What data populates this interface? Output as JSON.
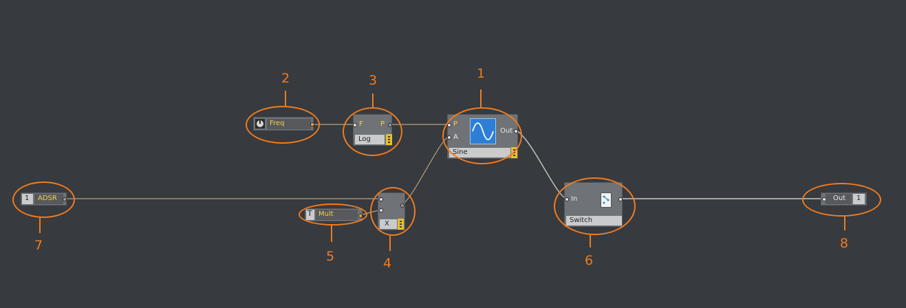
{
  "modules": {
    "freq": {
      "label": "Freq"
    },
    "log": {
      "port_f": "F",
      "port_p": "P",
      "name": "Log"
    },
    "sine": {
      "port_p": "P",
      "port_a": "A",
      "port_out": "Out",
      "name": "Sine"
    },
    "mult_const": {
      "label": "Mult"
    },
    "multiply": {
      "name": "X"
    },
    "adsr": {
      "index": "1",
      "label": "ADSR"
    },
    "switch": {
      "port_in": "In",
      "name": "Switch"
    },
    "out": {
      "label": "Out",
      "index": "1"
    }
  },
  "callouts": [
    "1",
    "2",
    "3",
    "4",
    "5",
    "6",
    "7",
    "8"
  ],
  "colors": {
    "background": "#373a3e",
    "callout": "#f07c1e",
    "audio_wire": "#c8c8c8",
    "event_wire": "#b8a27a",
    "sine_display": "#2d7fd6"
  },
  "icons": [
    "knob-icon",
    "sine-wave-icon",
    "switch-icon",
    "text-t-icon",
    "handle-icon"
  ]
}
